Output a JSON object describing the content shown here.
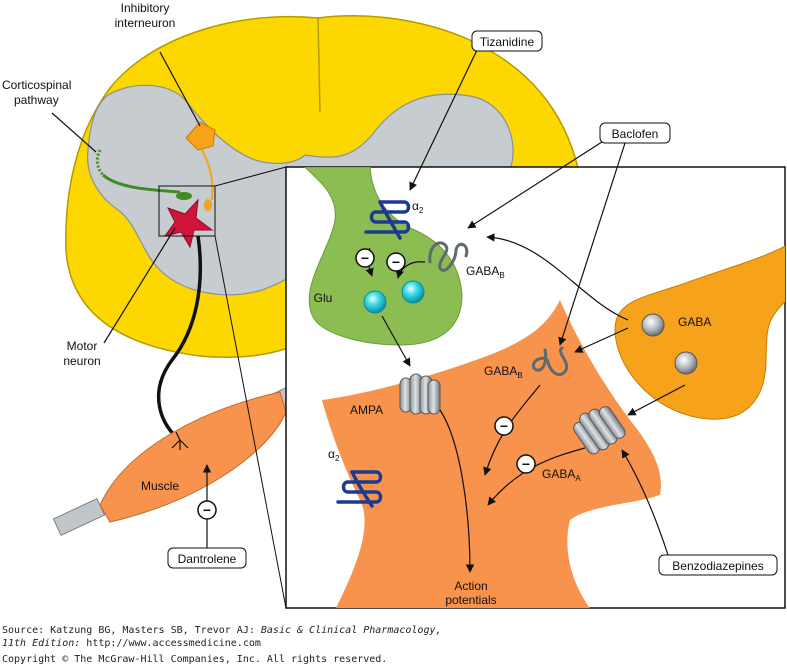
{
  "labels": {
    "inhibitory_interneuron": [
      "Inhibitory",
      "interneuron"
    ],
    "corticospinal_pathway": [
      "Corticospinal",
      "pathway"
    ],
    "motor_neuron": [
      "Motor",
      "neuron"
    ],
    "muscle": "Muscle",
    "dantrolene": "Dantrolene",
    "tizanidine": "Tizanidine",
    "baclofen": "Baclofen",
    "benzodiazepines": "Benzodiazepines",
    "glu": "Glu",
    "gaba": "GABA",
    "ampa": "AMPA",
    "alpha2": {
      "main": "α",
      "sub": "2"
    },
    "gabab": {
      "main": "GABA",
      "sub": "B"
    },
    "gabaa": {
      "main": "GABA",
      "sub": "A"
    },
    "action_potentials": [
      "Action",
      "potentials"
    ],
    "inhibit_symbol": "−"
  },
  "source": {
    "line1_prefix": "Source: Katzung BG, Masters SB, Trevor AJ: ",
    "line1_italic": "Basic & Clinical Pharmacology,",
    "line2_italic": "11th Edition: ",
    "line2_rest": "http://www.accessmedicine.com",
    "copyright": "Copyright © The McGraw-Hill Companies, Inc. All rights reserved."
  },
  "colors": {
    "spinal_cord": "#fcd800",
    "gray_matter": "#c6ccd0",
    "glu_terminal": "#8cbd52",
    "postsynaptic": "#f7934c",
    "gaba_terminal": "#f6a21a",
    "motor_neuron": "#d0143a",
    "receptor_blue": "#1c3b8f",
    "vesicle_cyan": "#19d0e0"
  }
}
